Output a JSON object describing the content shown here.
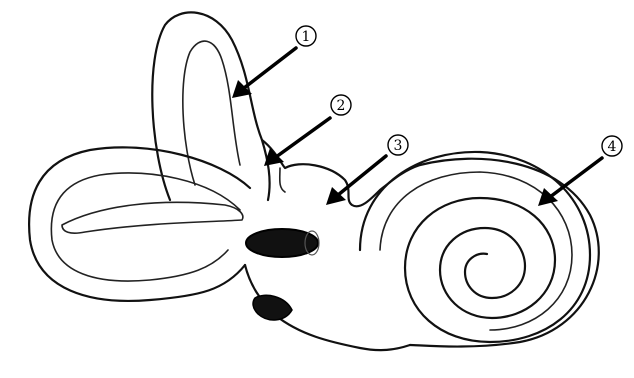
{
  "labels": [
    {
      "id": "1",
      "text": "1"
    },
    {
      "id": "2",
      "text": "2"
    },
    {
      "id": "3",
      "text": "3"
    },
    {
      "id": "4",
      "text": "4"
    }
  ]
}
